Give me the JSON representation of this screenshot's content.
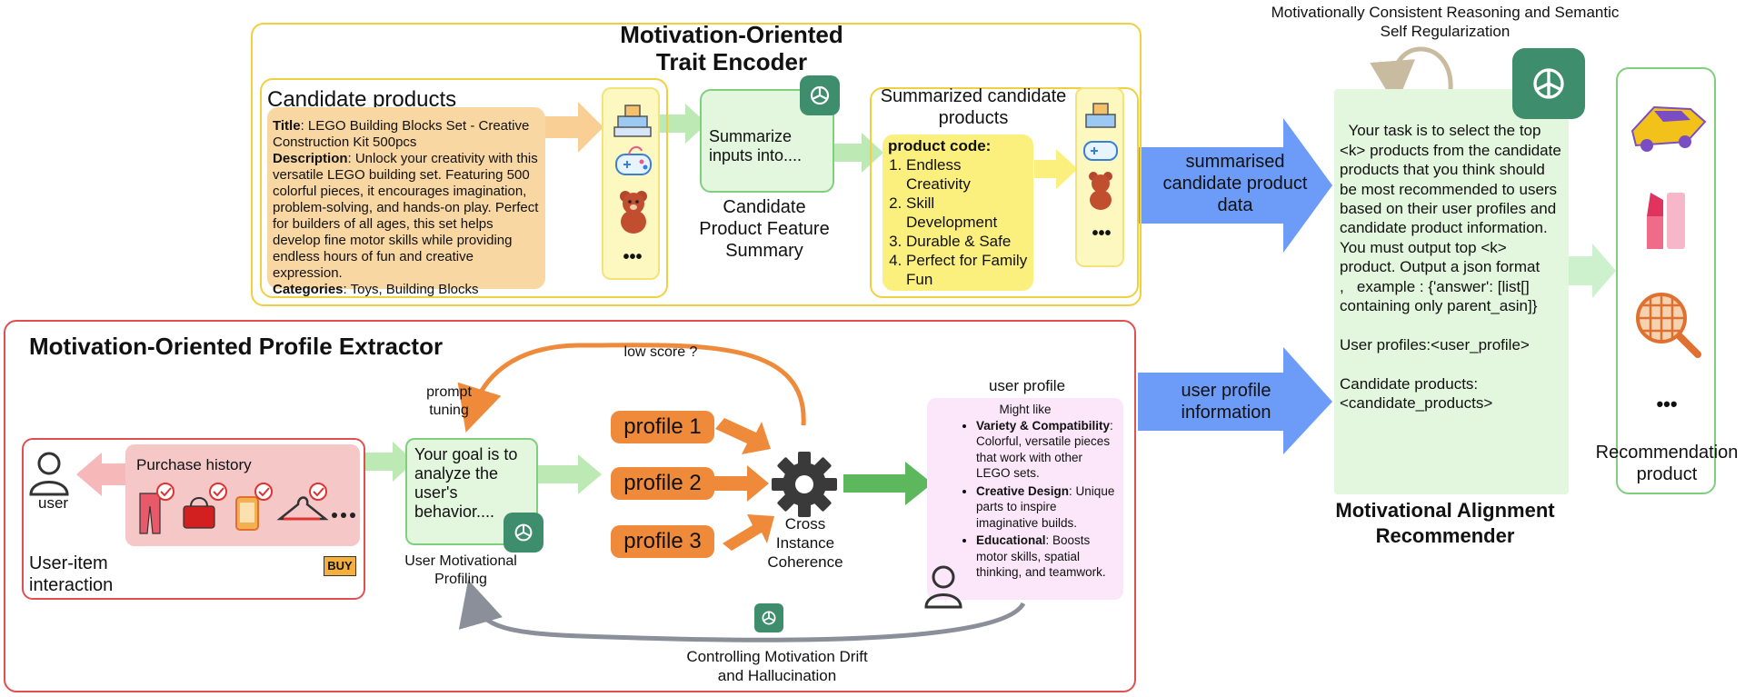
{
  "encoder": {
    "title_line1": "Motivation-Oriented",
    "title_line2": "Trait Encoder",
    "candidate_label": "Candidate products",
    "product": {
      "title_label": "Title",
      "title_value": ": LEGO Building Blocks Set - Creative Construction Kit 500pcs",
      "description_label": "Description",
      "description_value": ": Unlock your creativity with this versatile LEGO building set. Featuring 500 colorful pieces, it encourages imagination, problem-solving, and hands-on play. Perfect for builders of all ages, this set helps develop fine motor skills while providing endless hours of fun and creative expression.",
      "categories_label": "Categories",
      "categories_value": ": Toys, Building Blocks"
    },
    "ellipsis": "•••",
    "summarize_text": "Summarize inputs into....",
    "feature_summary_label": "Candidate Product Feature Summary",
    "summarized_label": "Summarized candidate products",
    "product_code_label": "product code:",
    "product_code_items": [
      "Endless Creativity",
      "Skill Development",
      "Durable & Safe",
      "Perfect for Family Fun"
    ]
  },
  "arrows": {
    "summarised_data": "summarised candidate product data",
    "user_profile_info": "user profile information"
  },
  "recommender": {
    "self_regularization": "Motivationally Consistent Reasoning and Semantic Self Regularization",
    "prompt_text": "Your task is to select the top <k> products from the candidate products that you think should be most recommended to users based on their user profiles and candidate product information. You must output top <k> product. Output a json format\n,   example : {'answer': [list[] containing only parent_asin]}\n\nUser profiles:<user_profile>\n\nCandidate products:<candidate_products>",
    "title": "Motivational Alignment Recommender",
    "recommendation_label": "Recommendation product",
    "ellipsis": "•••"
  },
  "extractor": {
    "title": "Motivation-Oriented Profile Extractor",
    "user_label": "user",
    "purchase_history": "Purchase history",
    "buy_text": "BUY",
    "user_item_interaction": "User-item interaction",
    "prompt_tuning": "prompt tuning",
    "low_score": "low score ?",
    "goal_text": "Your goal is to analyze the user's behavior....",
    "user_motivational_profiling": "User Motivational Profiling",
    "profiles": [
      "profile 1",
      "profile 2",
      "profile 3"
    ],
    "cross_instance": "Cross Instance Coherence",
    "user_profile_title": "user profile",
    "might_like": "Might like",
    "likes": [
      {
        "label": "Variety & Compatibility",
        "text": ": Colorful, versatile pieces that work with other LEGO sets."
      },
      {
        "label": "Creative Design",
        "text": ": Unique parts to inspire imaginative builds."
      },
      {
        "label": "Educational",
        "text": ": Boosts motor skills, spatial thinking, and teamwork."
      }
    ],
    "controlling_drift": "Controlling Motivation Drift and Hallucination"
  },
  "colors": {
    "yellow_frame": "#f0d040",
    "red_frame": "#e05050",
    "green_frame": "#7fcf7f",
    "blue_arrow": "#6d9cf8",
    "orange": "#ef8a3a",
    "gpt_green": "#3e8d6c"
  }
}
